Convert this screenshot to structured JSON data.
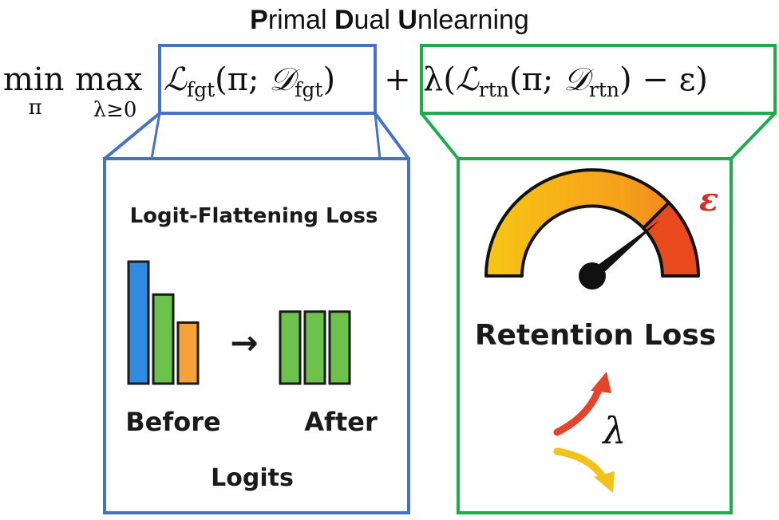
{
  "title": {
    "word1_initial": "P",
    "word1_rest": "rimal",
    "word2_initial": "D",
    "word2_rest": "ual",
    "word3_initial": "U",
    "word3_rest": "nlearning"
  },
  "equation": {
    "min": "min",
    "min_sub": "π",
    "max": "max",
    "max_sub": "λ≥0",
    "forget_term": {
      "script_L": "ℒ",
      "sub": "fgt",
      "open": "(π; ",
      "script_D": "𝒟",
      "dsub": "fgt",
      "close": ")"
    },
    "plus": "+",
    "lambda_open": "λ(",
    "retain_term": {
      "script_L": "ℒ",
      "sub": "rtn",
      "open": "(π; ",
      "script_D": "𝒟",
      "dsub": "rtn",
      "close": ")"
    },
    "minus_eps": "− ε)"
  },
  "forget_panel": {
    "heading": "Logit-Flattening Loss",
    "before_label": "Before",
    "after_label": "After",
    "arrow": "→",
    "footer": "Logits",
    "before_bars": [
      {
        "value": 1.0,
        "color": "#2f8ae0"
      },
      {
        "value": 0.73,
        "color": "#6cc24a"
      },
      {
        "value": 0.5,
        "color": "#f5a23a"
      }
    ],
    "after_bars": [
      {
        "value": 0.59,
        "color": "#6cc24a"
      },
      {
        "value": 0.59,
        "color": "#6cc24a"
      },
      {
        "value": 0.59,
        "color": "#6cc24a"
      }
    ]
  },
  "retain_panel": {
    "epsilon": "ε",
    "heading": "Retention Loss",
    "lambda": "λ",
    "gauge_level": 0.78
  },
  "colors": {
    "forget_box": "#4472c4",
    "retain_box": "#1faa4d",
    "epsilon": "#d92b1f",
    "up_arrow": "#e5432a",
    "down_arrow": "#f2c21a"
  }
}
